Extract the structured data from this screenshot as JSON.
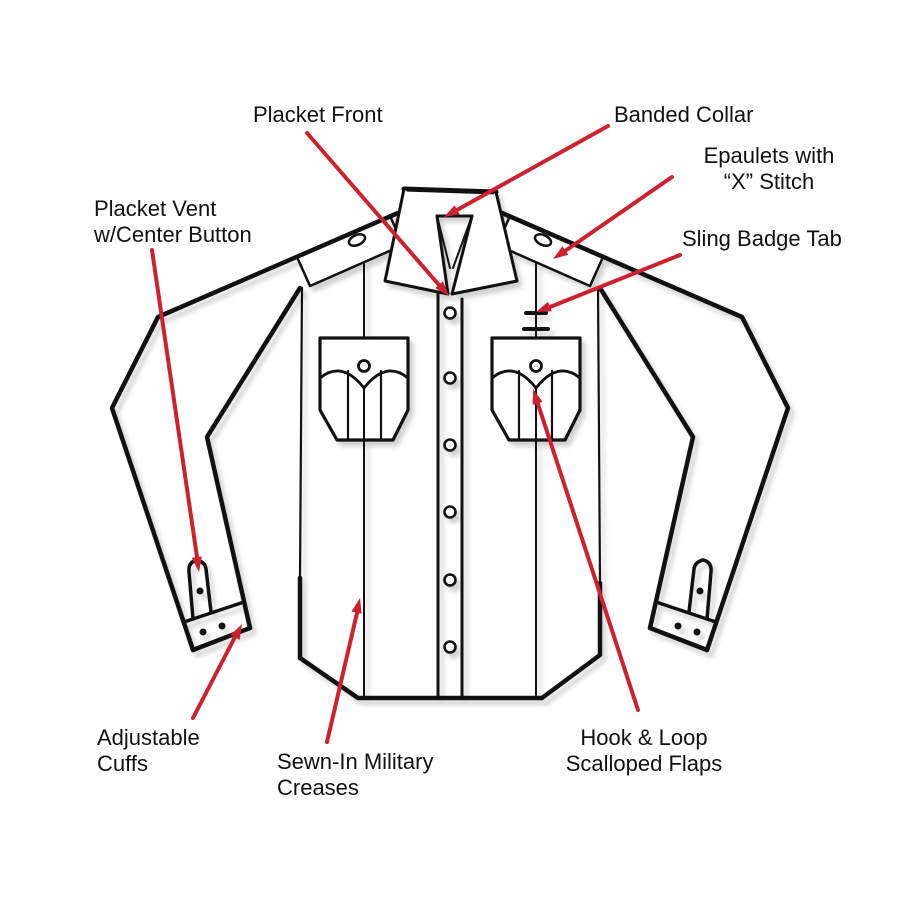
{
  "page": {
    "background": "#ffffff"
  },
  "illustration": {
    "name": "military-uniform-shirt-front-diagram",
    "ink_color": "#111111",
    "arrow_color": "#cd2130"
  },
  "labels": {
    "placket_front": {
      "line1": "Placket Front"
    },
    "banded_collar": {
      "line1": "Banded Collar"
    },
    "epaulets": {
      "line1": "Epaulets with",
      "line2": "“X” Stitch"
    },
    "sling_badge_tab": {
      "line1": "Sling Badge Tab"
    },
    "placket_vent": {
      "line1": "Placket Vent",
      "line2": "w/Center Button"
    },
    "adjustable_cuffs": {
      "line1": "Adjustable",
      "line2": "Cuffs"
    },
    "military_creases": {
      "line1": "Sewn-In Military",
      "line2": "Creases"
    },
    "hook_loop_flaps": {
      "line1": "Hook & Loop",
      "line2": "Scalloped Flaps"
    }
  }
}
